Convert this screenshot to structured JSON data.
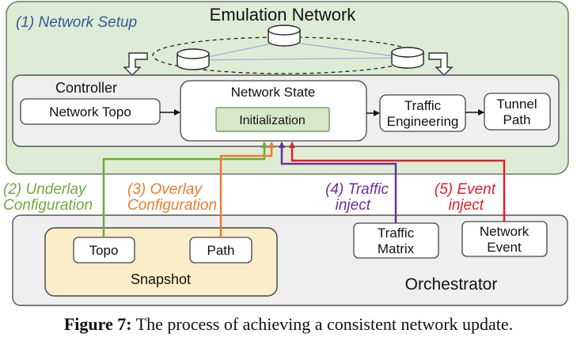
{
  "emulation_network": {
    "title": "Emulation Network",
    "setup_label": "(1) Network Setup"
  },
  "controller": {
    "title": "Controller",
    "network_topo": "Network Topo",
    "network_state": "Network State",
    "initialization": "Initialization",
    "traffic_engineering": [
      "Traffic",
      "Engineering"
    ],
    "tunnel_path": [
      "Tunnel",
      "Path"
    ]
  },
  "steps": {
    "underlay": [
      "(2) Underlay",
      "Configuration"
    ],
    "overlay": [
      "(3) Overlay",
      "Configuration"
    ],
    "traffic": [
      "(4) Traffic",
      "inject"
    ],
    "event": [
      "(5) Event",
      "inject"
    ]
  },
  "orchestrator": {
    "title": "Orchestrator",
    "snapshot": "Snapshot",
    "topo": "Topo",
    "path": "Path",
    "traffic_matrix": [
      "Traffic",
      "Matrix"
    ],
    "network_event": [
      "Network",
      "Event"
    ]
  },
  "caption": {
    "label": "Figure 7:",
    "text": " The process of achieving a consistent network update."
  },
  "colors": {
    "emulation_bg": "#dfecd5",
    "panel_bg": "#efeff0",
    "snapshot_bg": "#fbeec9",
    "init_bg": "#d5e9c8",
    "setup_blue": "#2f5b9a",
    "underlay_green": "#6eaa3f",
    "overlay_orange": "#eb7c2b",
    "traffic_purple": "#6b2e9e",
    "event_red": "#e21f26",
    "link_blue": "#8fb1dd"
  },
  "icons": [
    "router-icon",
    "arrow-icon"
  ]
}
